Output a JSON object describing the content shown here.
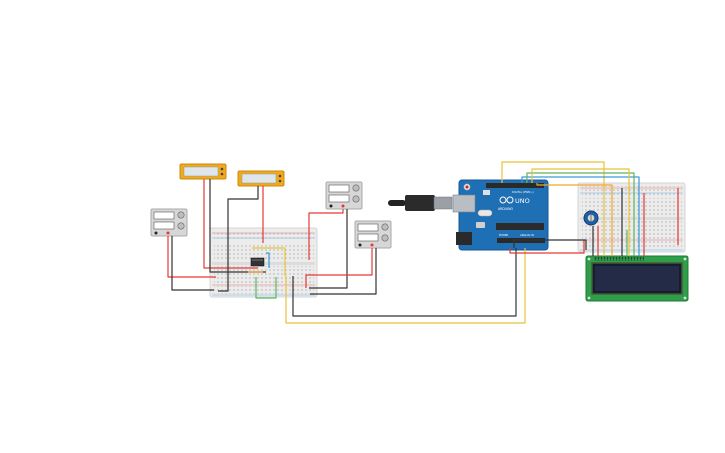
{
  "arduino": {
    "board_label": "UNO",
    "brand_label": "ARDUINO",
    "digital_header_label": "DIGITAL (PWM~)",
    "power_label": "POWER",
    "analog_label": "ANALOG IN"
  },
  "lcd": {
    "type": "16x2 LCD"
  },
  "wire_colors": {
    "red": "#e53935",
    "black": "#333333",
    "yellow": "#e8c23a",
    "green": "#5cb85c",
    "blue": "#3a9ad9",
    "orange": "#f5a623"
  },
  "board_color": "#1f6fb5",
  "lcd_color": "#2e9e4a"
}
